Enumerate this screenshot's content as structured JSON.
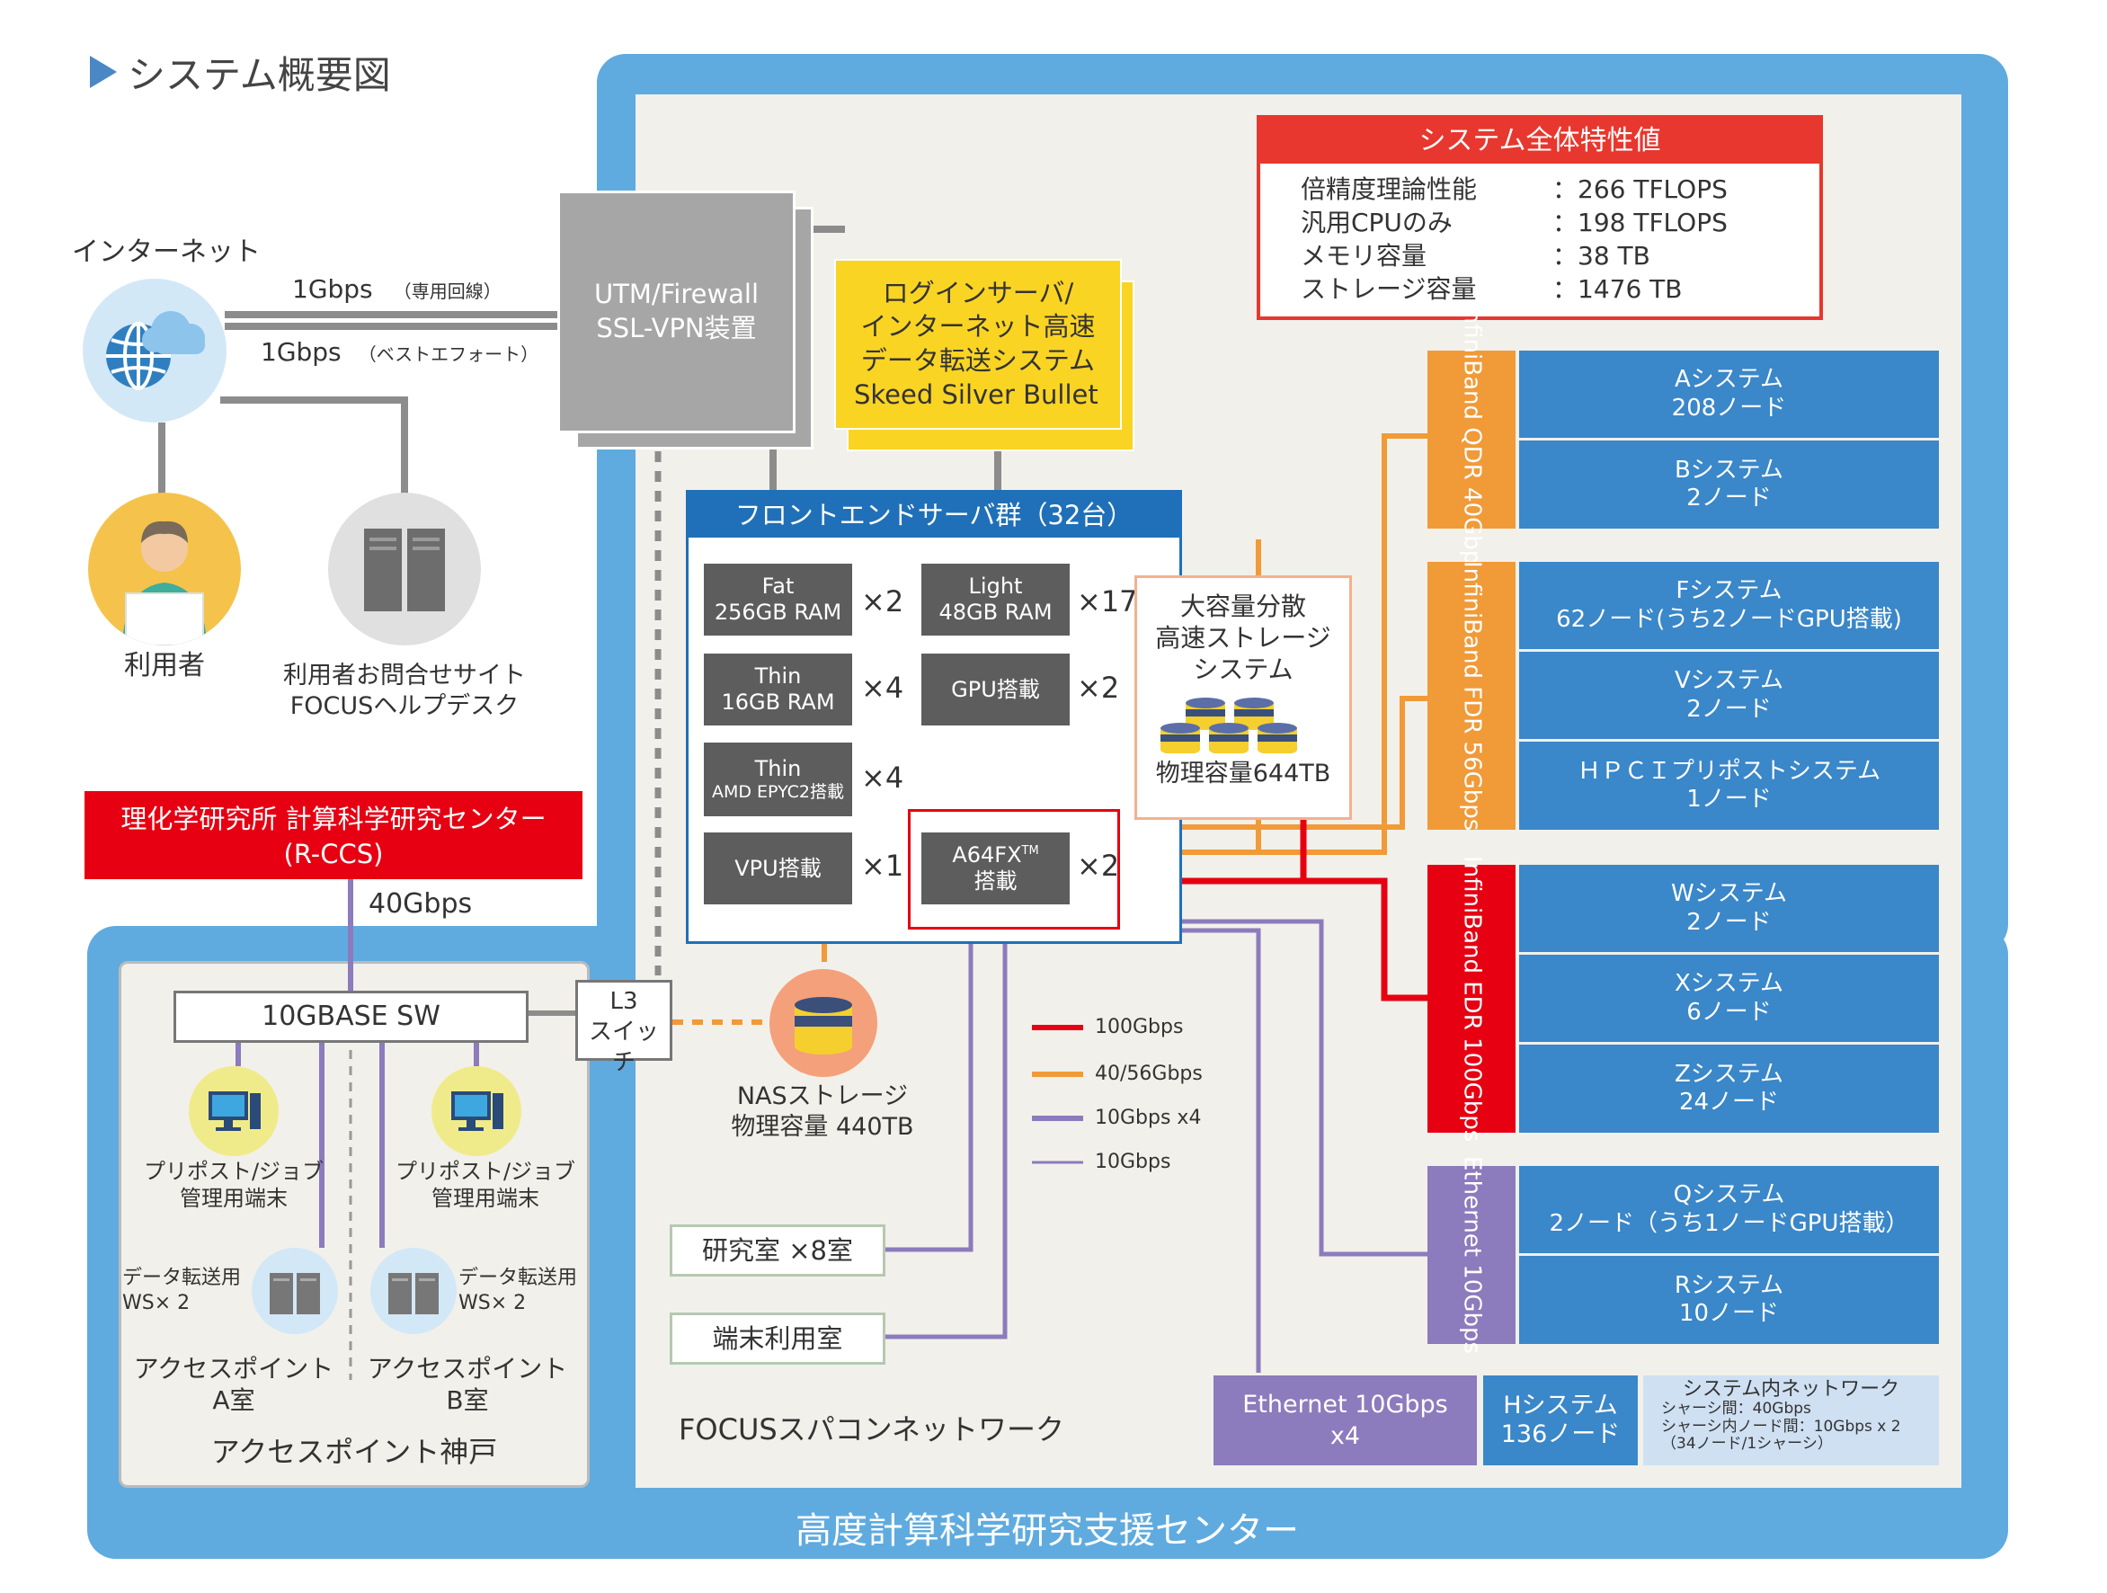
{
  "page_title": "システム概要図",
  "outer_center_label": "高度計算科学研究支援センター",
  "internet": {
    "label": "インターネット",
    "link1_speed": "1Gbps",
    "link1_note": "（専用回線）",
    "link2_speed": "1Gbps",
    "link2_note": "（ベストエフォート）"
  },
  "user_label": "利用者",
  "helpdesk": {
    "line1": "利用者お問合せサイト",
    "line2": "FOCUSヘルプデスク"
  },
  "utm": {
    "line1": "UTM/Firewall",
    "line2": "SSL-VPN装置"
  },
  "login_server": {
    "line1": "ログインサーバ/",
    "line2": "インターネット高速",
    "line3": "データ転送システム",
    "line4": "Skeed Silver Bullet"
  },
  "system_specs": {
    "title": "システム全体特性値",
    "rows": [
      {
        "label": "倍精度理論性能",
        "value": "：266 TFLOPS"
      },
      {
        "label": "汎用CPUのみ",
        "value": "：198 TFLOPS"
      },
      {
        "label": "メモリ容量",
        "value": "：38 TB"
      },
      {
        "label": "ストレージ容量",
        "value": "：1476 TB"
      }
    ]
  },
  "frontend": {
    "title": "フロントエンドサーバ群（32台）",
    "fat": {
      "line1": "Fat",
      "line2": "256GB RAM",
      "count": "×2"
    },
    "light": {
      "line1": "Light",
      "line2": "48GB RAM",
      "count": "×17"
    },
    "thin": {
      "line1": "Thin",
      "line2": "16GB RAM",
      "count": "×4"
    },
    "gpu": {
      "line1": "GPU搭載",
      "count": "×2"
    },
    "thin_amd": {
      "line1": "Thin",
      "line2": "AMD EPYC2搭載",
      "count": "×4"
    },
    "vpu": {
      "line1": "VPU搭載",
      "count": "×1"
    },
    "a64fx": {
      "line1": "A64FX",
      "tm": "TM",
      "line2": "搭載",
      "count": "×2"
    }
  },
  "storage": {
    "line1": "大容量分散",
    "line2": "高速ストレージ",
    "line3": "システム",
    "capacity": "物理容量644TB"
  },
  "nas": {
    "line1": "NASストレージ",
    "line2": "物理容量 440TB"
  },
  "networks": {
    "qdr": "InfiniBand QDR 40Gbps",
    "fdr": "InfiniBand FDR 56Gbps",
    "edr": "InfiniBand EDR 100Gbps",
    "eth": "Ethernet 10Gbps"
  },
  "systems": {
    "a": {
      "line1": "Aシステム",
      "line2": "208ノード"
    },
    "b": {
      "line1": "Bシステム",
      "line2": "2ノード"
    },
    "f": {
      "line1": "Fシステム",
      "line2": "62ノード(うち2ノードGPU搭載)"
    },
    "v": {
      "line1": "Vシステム",
      "line2": "2ノード"
    },
    "hpci": {
      "line1": "ＨＰＣＩプリポストシステム",
      "line2": "1ノード"
    },
    "w": {
      "line1": "Wシステム",
      "line2": "2ノード"
    },
    "x": {
      "line1": "Xシステム",
      "line2": "6ノード"
    },
    "z": {
      "line1": "Zシステム",
      "line2": "24ノード"
    },
    "q": {
      "line1": "Qシステム",
      "line2": "2ノード（うち1ノードGPU搭載）"
    },
    "r": {
      "line1": "Rシステム",
      "line2": "10ノード"
    }
  },
  "legend": [
    "100Gbps",
    "40/56Gbps",
    "10Gbps x4",
    "10Gbps"
  ],
  "eth_x4": {
    "line1": "Ethernet 10Gbps",
    "line2": "x4"
  },
  "h_system": {
    "line1": "Hシステム",
    "line2": "136ノード"
  },
  "internal_net": {
    "title": "システム内ネットワーク",
    "line1": "シャーシ間：40Gbps",
    "line2": "シャーシ内ノード間：10Gbps x 2",
    "line3": "（34ノード/1シャーシ）"
  },
  "research_room": "研究室 ×8室",
  "terminal_room": "端末利用室",
  "focus_net_label": "FOCUSスパコンネットワーク",
  "riken": {
    "line1": "理化学研究所  計算科学研究センター",
    "line2": "(R-CCS)"
  },
  "riken_link": "40Gbps",
  "sw": "10GBASE SW",
  "l3": {
    "line1": "L3",
    "line2": "スイッチ"
  },
  "kobe": {
    "pp_a": {
      "line1": "プリポスト/ジョブ",
      "line2": "管理用端末"
    },
    "pp_b": {
      "line1": "プリポスト/ジョブ",
      "line2": "管理用端末"
    },
    "ws_a": {
      "line1": "データ転送用",
      "line2": "WS× 2"
    },
    "ws_b": {
      "line1": "データ転送用",
      "line2": "WS× 2"
    },
    "ap_a": {
      "line1": "アクセスポイント",
      "line2": "A室"
    },
    "ap_b": {
      "line1": "アクセスポイント",
      "line2": "B室"
    },
    "title": "アクセスポイント神戸"
  },
  "colors": {
    "blue_frame": "#5fabdf",
    "panel_bg": "#f2f0ea",
    "system_blue": "#3a87c9",
    "ib_qdr_fdr": "#f19a38",
    "ib_edr": "#e60012",
    "ethernet": "#8c7bbd",
    "login_yellow": "#f9d423"
  },
  "icons": [
    "globe-icon",
    "cloud-icon",
    "user-icon",
    "server-icon",
    "database-icon",
    "monitor-icon"
  ]
}
